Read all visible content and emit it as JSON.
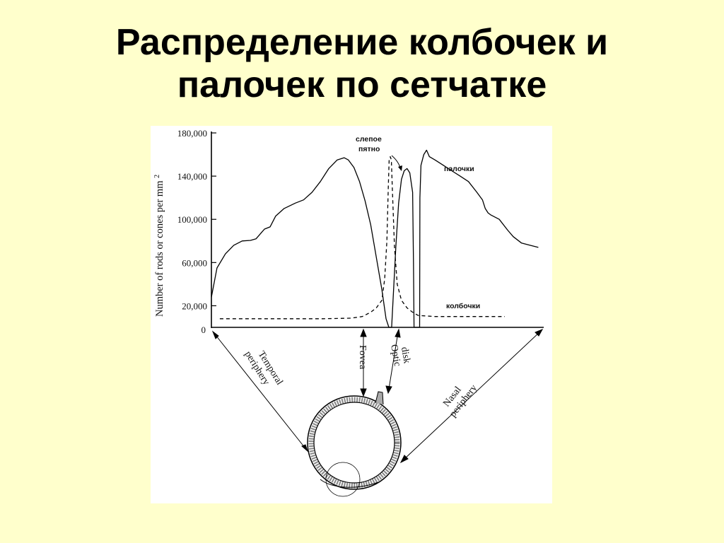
{
  "title": {
    "line1": "Распределение колбочек и",
    "line2": "палочек по сетчатке"
  },
  "chart_data": {
    "type": "line",
    "ylabel": "Number of rods or cones per mm",
    "ylabel_sup": "2",
    "yticks": [
      "180,000",
      "140,000",
      "100,000",
      "60,000",
      "20,000",
      "0"
    ],
    "ytick_values": [
      180000,
      140000,
      100000,
      60000,
      20000,
      0
    ],
    "ylim": [
      0,
      180000
    ],
    "xlim": [
      0,
      100
    ],
    "grid": false,
    "series": [
      {
        "name": "палочки",
        "style": "solid",
        "points": [
          [
            0,
            28000
          ],
          [
            2,
            55000
          ],
          [
            5,
            68000
          ],
          [
            8,
            76000
          ],
          [
            11,
            80000
          ],
          [
            14,
            80500
          ],
          [
            16,
            82000
          ],
          [
            17,
            85000
          ],
          [
            18,
            88000
          ],
          [
            19,
            91000
          ],
          [
            21,
            93000
          ],
          [
            23,
            103000
          ],
          [
            26,
            110000
          ],
          [
            30,
            115000
          ],
          [
            33,
            118000
          ],
          [
            36,
            125000
          ],
          [
            39,
            135000
          ],
          [
            42,
            147000
          ],
          [
            45,
            155000
          ],
          [
            47.5,
            157000
          ],
          [
            49,
            155000
          ],
          [
            51,
            148000
          ],
          [
            53,
            135000
          ],
          [
            55,
            117000
          ],
          [
            57,
            95000
          ],
          [
            59,
            65000
          ],
          [
            61,
            35000
          ],
          [
            62.5,
            8000
          ],
          [
            63.5,
            0
          ],
          [
            64.5,
            0
          ],
          [
            65,
            25000
          ],
          [
            66,
            75000
          ],
          [
            67,
            115000
          ],
          [
            68,
            137000
          ],
          [
            69,
            145000
          ],
          [
            70,
            147000
          ],
          [
            71,
            143000
          ],
          [
            72,
            125000
          ],
          [
            72.3,
            60000
          ],
          [
            72.5,
            0
          ],
          [
            74.5,
            0
          ],
          [
            74.6,
            120000
          ],
          [
            75,
            150000
          ],
          [
            76,
            160000
          ],
          [
            77,
            164000
          ],
          [
            78,
            158000
          ],
          [
            80,
            155000
          ],
          [
            83,
            150000
          ],
          [
            86,
            145000
          ],
          [
            89,
            140000
          ],
          [
            92,
            135000
          ],
          [
            95,
            125000
          ],
          [
            97,
            118000
          ],
          [
            98,
            110000
          ],
          [
            99,
            106000
          ],
          [
            100,
            104000
          ],
          [
            103,
            100000
          ],
          [
            106,
            90000
          ],
          [
            108,
            84000
          ],
          [
            111,
            78000
          ],
          [
            114,
            76000
          ],
          [
            117,
            74000
          ]
        ]
      },
      {
        "name": "колбочки",
        "style": "dashed",
        "points": [
          [
            3,
            8000
          ],
          [
            20,
            8000
          ],
          [
            40,
            8000
          ],
          [
            50,
            8500
          ],
          [
            54,
            10000
          ],
          [
            57,
            14000
          ],
          [
            59,
            18000
          ],
          [
            61,
            25000
          ],
          [
            62,
            45000
          ],
          [
            62.8,
            80000
          ],
          [
            63.3,
            130000
          ],
          [
            63.6,
            155000
          ],
          [
            64,
            158000
          ],
          [
            64.4,
            155000
          ],
          [
            64.8,
            125000
          ],
          [
            65.5,
            75000
          ],
          [
            66.5,
            40000
          ],
          [
            68,
            25000
          ],
          [
            70,
            18000
          ],
          [
            72,
            14000
          ],
          [
            74,
            11000
          ],
          [
            80,
            10000
          ],
          [
            90,
            10000
          ],
          [
            100,
            10000
          ],
          [
            105,
            10000
          ]
        ]
      }
    ],
    "annotations": [
      {
        "text": "слепое",
        "target": "optic disk"
      },
      {
        "text": "пятно",
        "target": "optic disk"
      },
      {
        "text": "палочки",
        "target": "rods curve"
      },
      {
        "text": "колбочки",
        "target": "cones curve"
      }
    ]
  },
  "diagram": {
    "temporal": [
      "Temporal",
      "periphery"
    ],
    "fovea": "Fovea",
    "optic": [
      "Optic",
      "disk"
    ],
    "nasal": [
      "Nasal",
      "periphery"
    ]
  }
}
